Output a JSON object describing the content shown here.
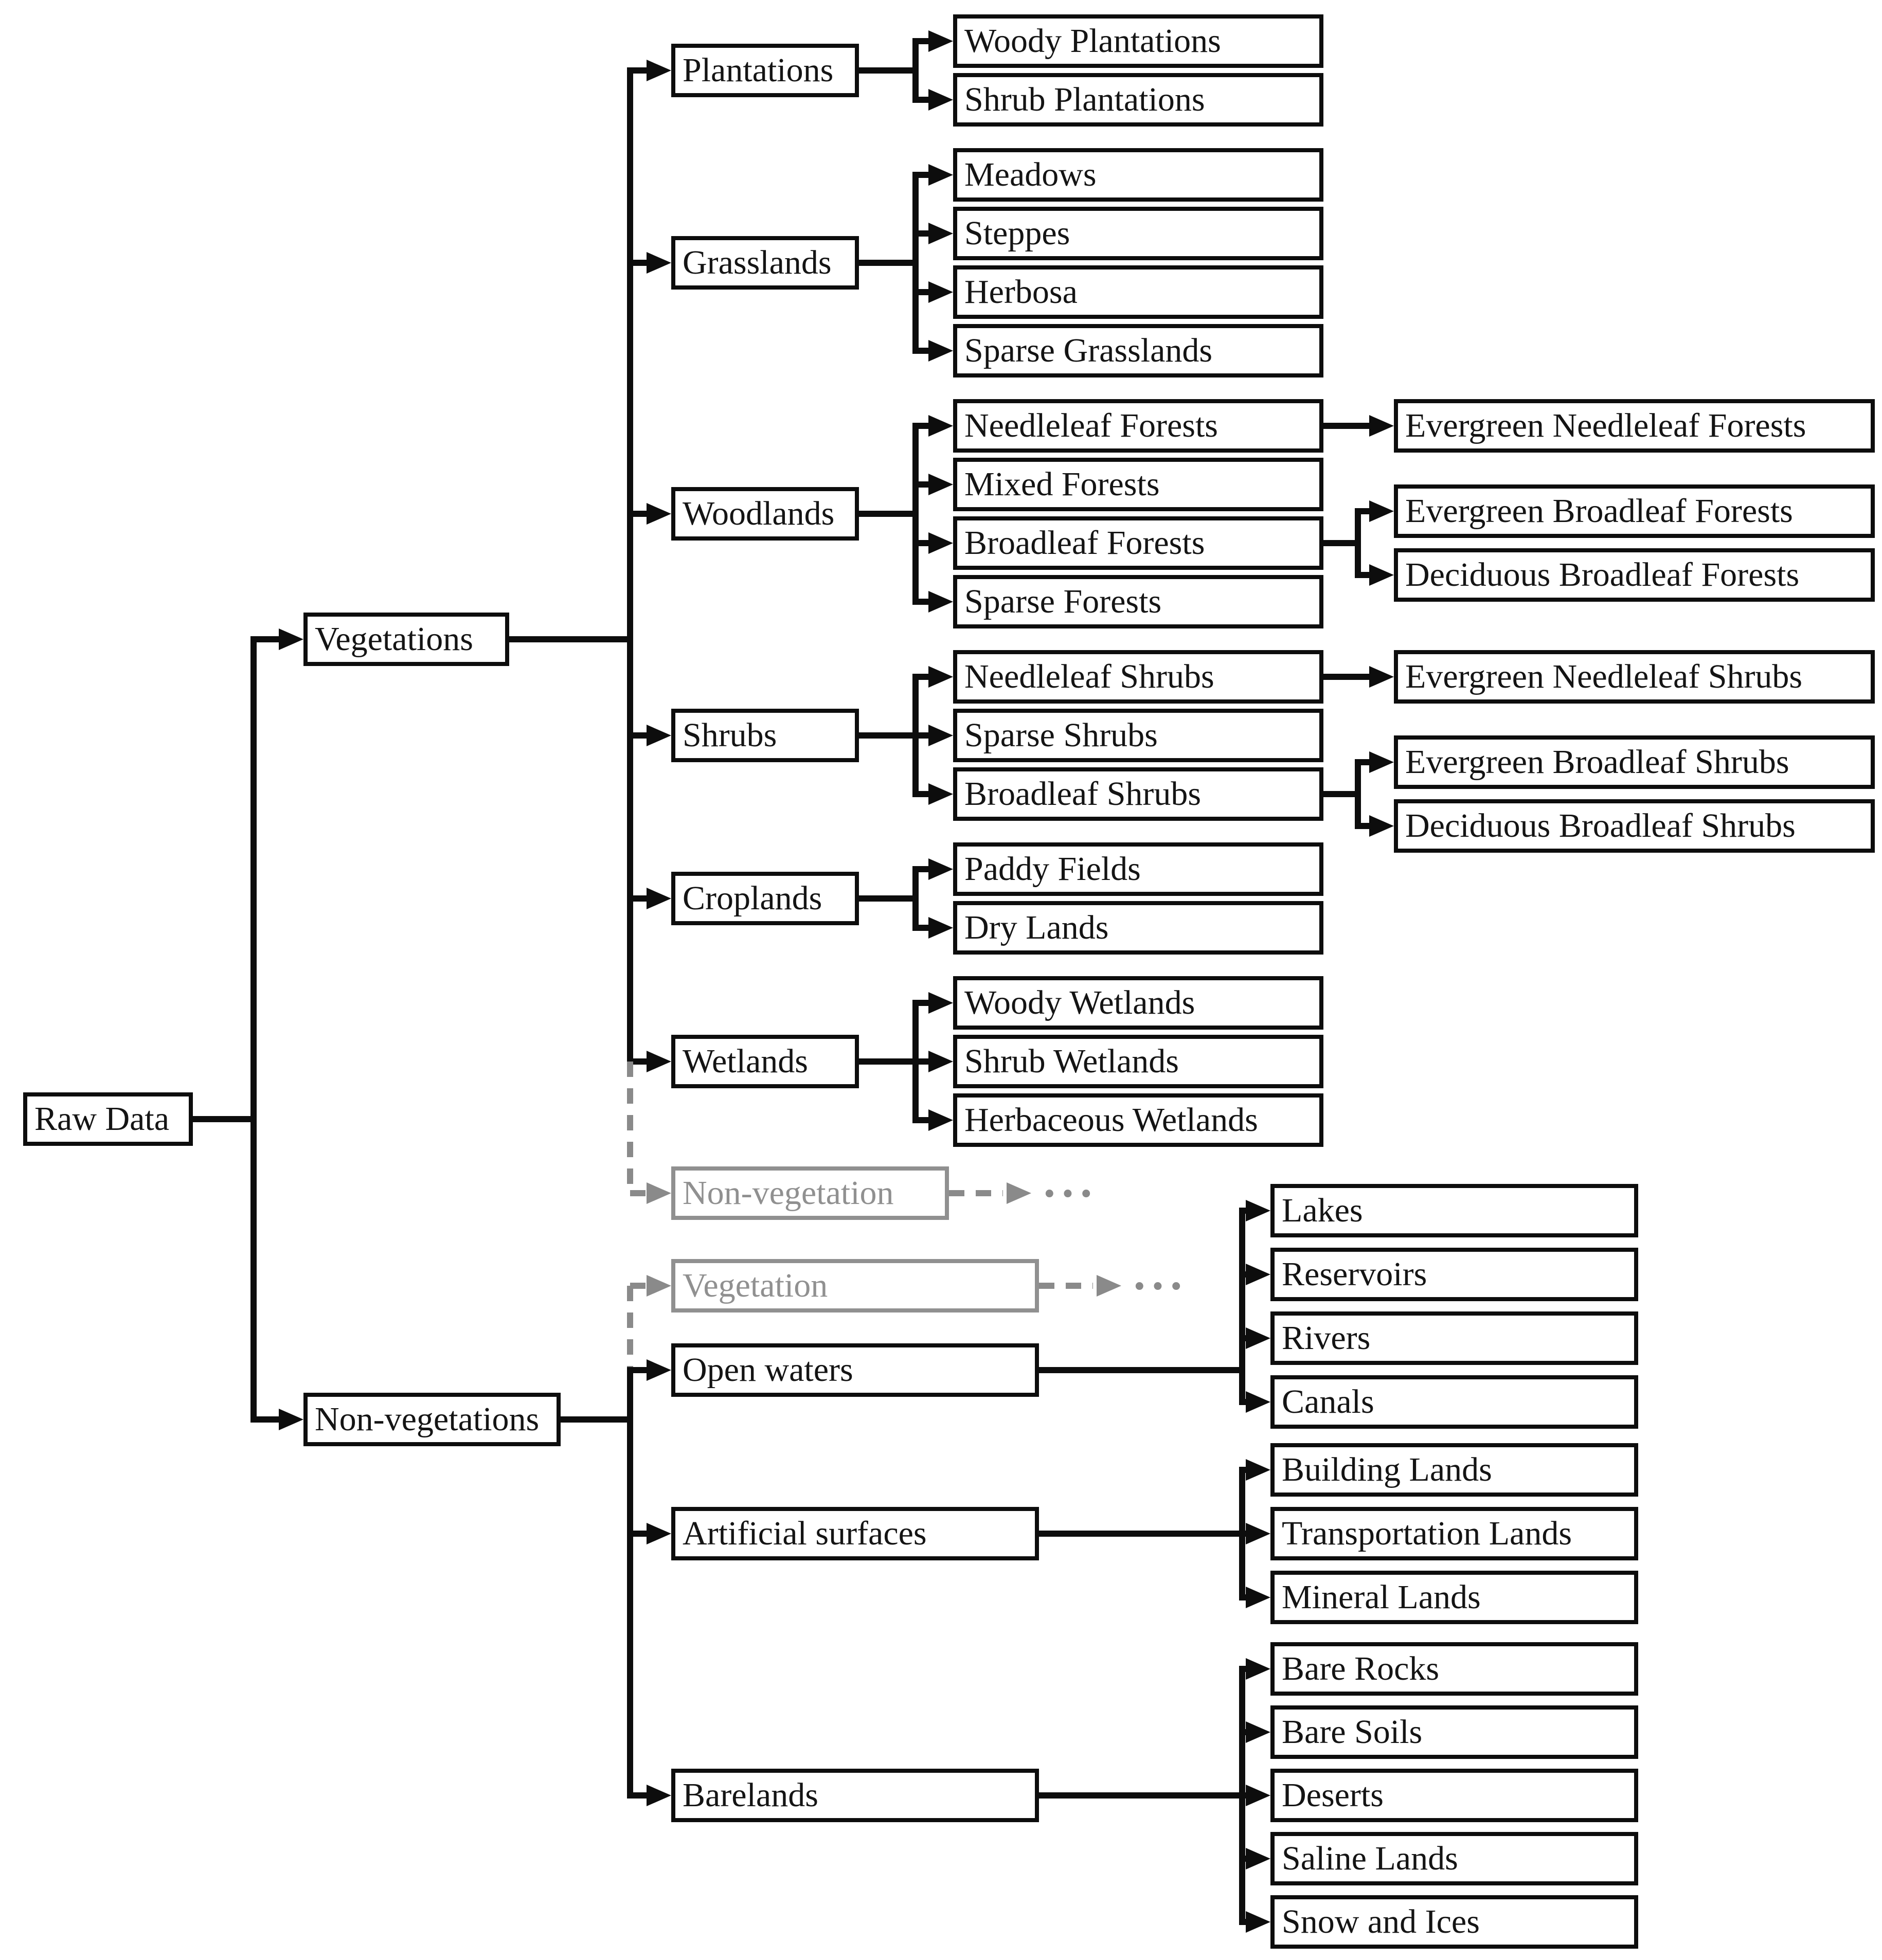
{
  "root": {
    "label": "Raw Data"
  },
  "colors": {
    "line": "#0d0d0d",
    "ghost": "#909090",
    "text": "#141414",
    "background": "#ffffff"
  },
  "branches": [
    {
      "label": "Vegetations",
      "groups": [
        {
          "label": "Plantations",
          "children": [
            {
              "label": "Woody Plantations"
            },
            {
              "label": "Shrub Plantations"
            }
          ]
        },
        {
          "label": "Grasslands",
          "children": [
            {
              "label": "Meadows"
            },
            {
              "label": "Steppes"
            },
            {
              "label": "Herbosa"
            },
            {
              "label": "Sparse Grasslands"
            }
          ]
        },
        {
          "label": "Woodlands",
          "children": [
            {
              "label": "Needleleaf Forests",
              "children": [
                {
                  "label": "Evergreen Needleleaf Forests"
                }
              ]
            },
            {
              "label": "Mixed Forests"
            },
            {
              "label": "Broadleaf Forests",
              "children": [
                {
                  "label": "Evergreen Broadleaf Forests"
                },
                {
                  "label": "Deciduous Broadleaf Forests"
                }
              ]
            },
            {
              "label": "Sparse Forests"
            }
          ]
        },
        {
          "label": "Shrubs",
          "children": [
            {
              "label": "Needleleaf Shrubs",
              "children": [
                {
                  "label": "Evergreen Needleleaf Shrubs"
                }
              ]
            },
            {
              "label": "Sparse Shrubs"
            },
            {
              "label": "Broadleaf Shrubs",
              "children": [
                {
                  "label": "Evergreen Broadleaf Shrubs"
                },
                {
                  "label": "Deciduous Broadleaf Shrubs"
                }
              ]
            }
          ]
        },
        {
          "label": "Croplands",
          "children": [
            {
              "label": "Paddy Fields"
            },
            {
              "label": "Dry Lands"
            }
          ]
        },
        {
          "label": "Wetlands",
          "children": [
            {
              "label": "Woody Wetlands"
            },
            {
              "label": "Shrub Wetlands"
            },
            {
              "label": "Herbaceous Wetlands"
            }
          ]
        }
      ],
      "ghost": {
        "label": "Non-vegetation",
        "ellipsis": "···"
      }
    },
    {
      "label": "Non-vegetations",
      "ghost": {
        "label": "Vegetation",
        "ellipsis": "···"
      },
      "groups": [
        {
          "label": "Open waters",
          "children": [
            {
              "label": "Lakes"
            },
            {
              "label": "Reservoirs"
            },
            {
              "label": "Rivers"
            },
            {
              "label": "Canals"
            }
          ]
        },
        {
          "label": "Artificial surfaces",
          "children": [
            {
              "label": "Building Lands"
            },
            {
              "label": "Transportation Lands"
            },
            {
              "label": "Mineral Lands"
            }
          ]
        },
        {
          "label": "Barelands",
          "children": [
            {
              "label": "Bare Rocks"
            },
            {
              "label": "Bare Soils"
            },
            {
              "label": "Deserts"
            },
            {
              "label": "Saline Lands"
            },
            {
              "label": "Snow and Ices"
            }
          ]
        }
      ]
    }
  ]
}
